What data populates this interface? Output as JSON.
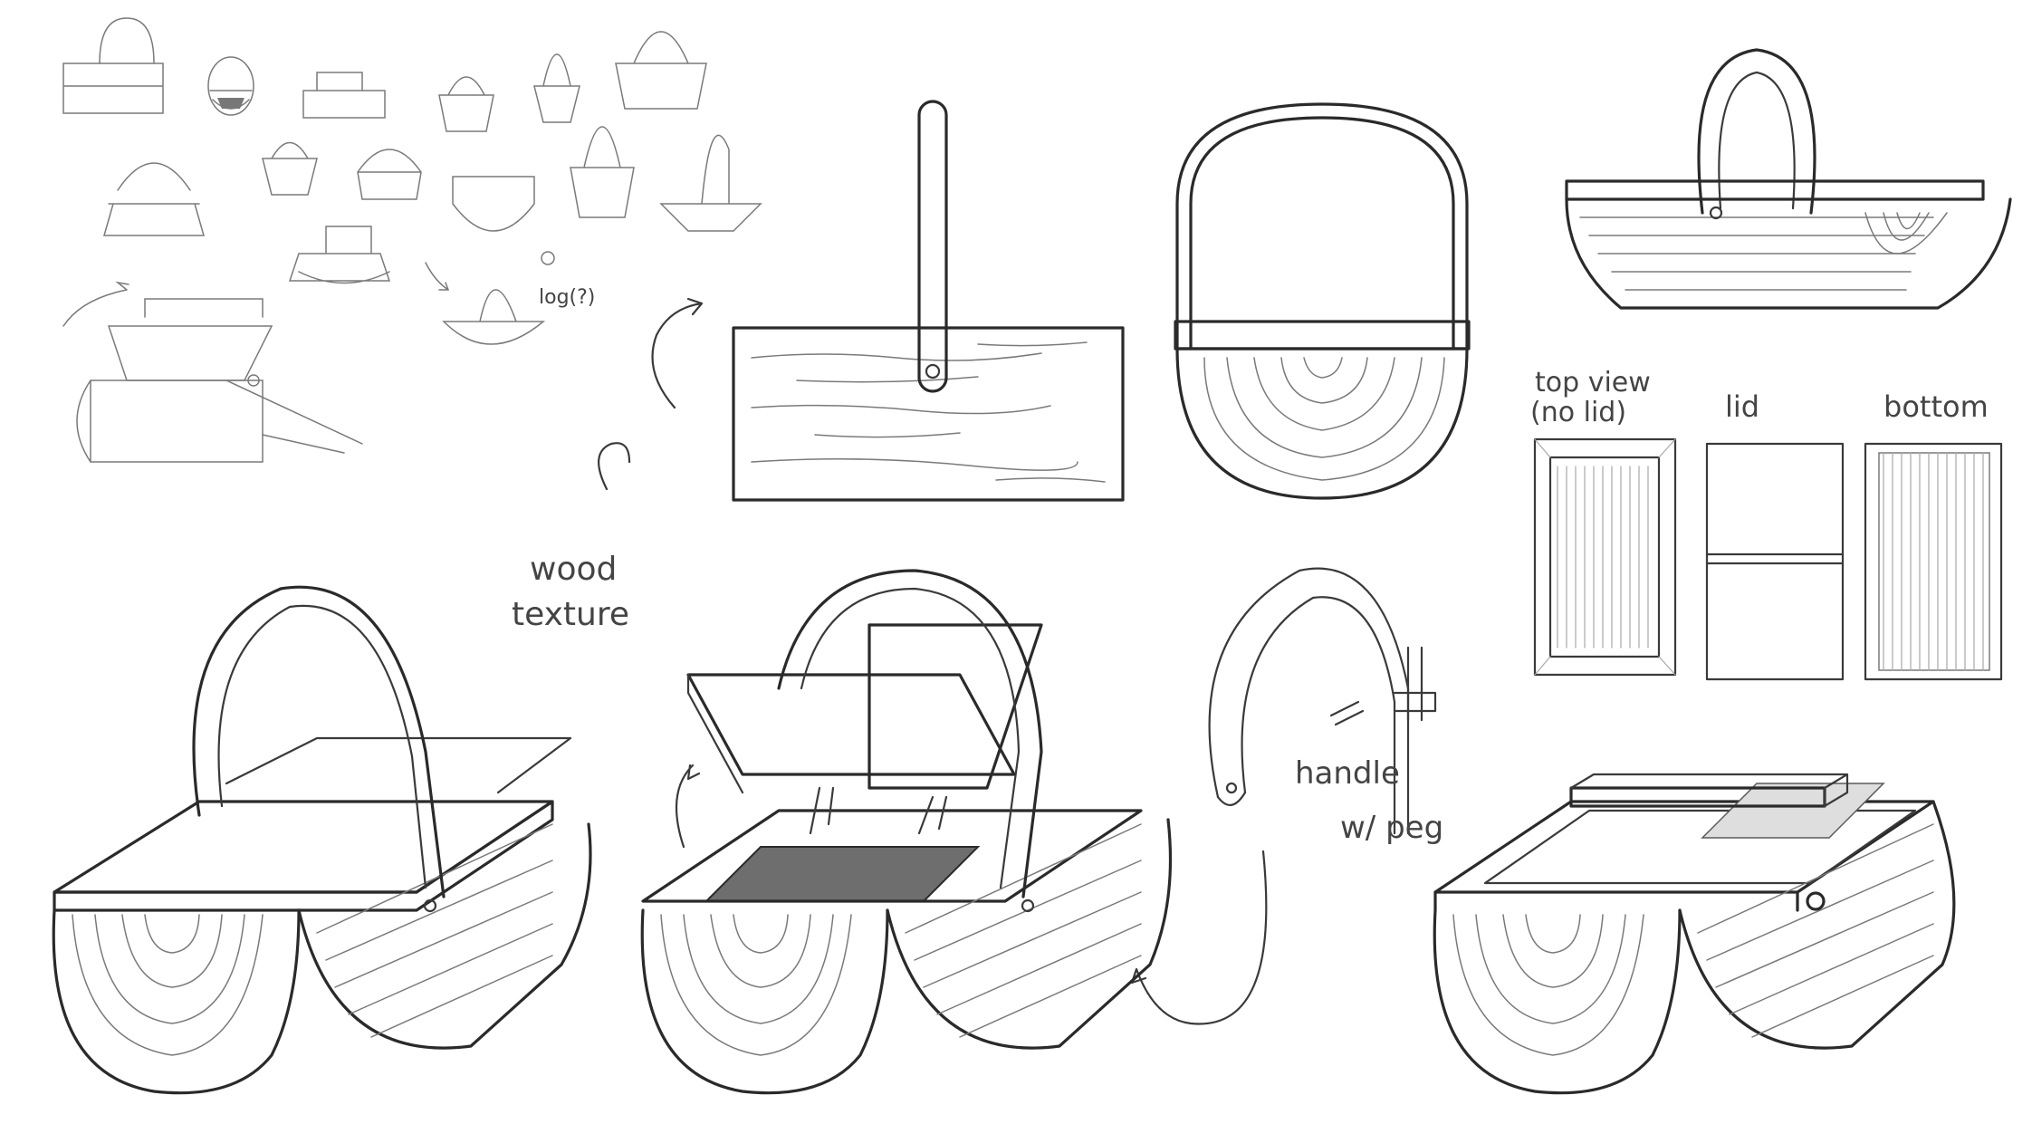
{
  "annotations": {
    "log_note": "log(?)",
    "wood_texture_line1": "wood",
    "wood_texture_line2": "texture",
    "top_view_line1": "top view",
    "top_view_line2": "(no lid)",
    "lid": "lid",
    "bottom": "bottom",
    "handle_line1": "handle",
    "handle_line2": "w/ peg"
  },
  "colors": {
    "paper": "#ffffff",
    "pencil": "#3a3a3a",
    "shade": "#6e6e6e"
  }
}
